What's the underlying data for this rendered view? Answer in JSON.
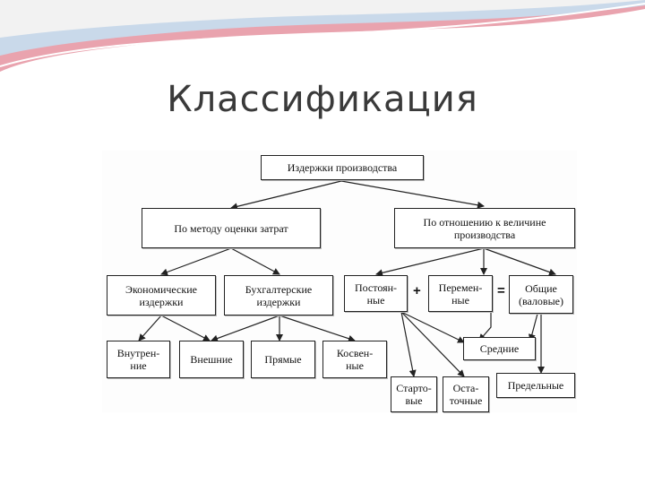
{
  "title": "Классификация",
  "nodes": {
    "root": "Издержки производства",
    "by_method": "По методу оценки затрат",
    "by_volume": "По отношению к величине\nпроизводства",
    "economic": "Экономические\nиздержки",
    "accounting": "Бухгалтерские\nиздержки",
    "fixed": "Постоян-\nные",
    "variable": "Перемен-\nные",
    "total": "Общие\n(валовые)",
    "internal": "Внутрен-\nние",
    "external": "Внешние",
    "direct": "Прямые",
    "indirect": "Косвен-\nные",
    "average": "Средние",
    "startup": "Старто-\nвые",
    "residual": "Оста-\nточные",
    "marginal": "Предельные"
  },
  "operators": {
    "plus": "+",
    "equals": "="
  }
}
